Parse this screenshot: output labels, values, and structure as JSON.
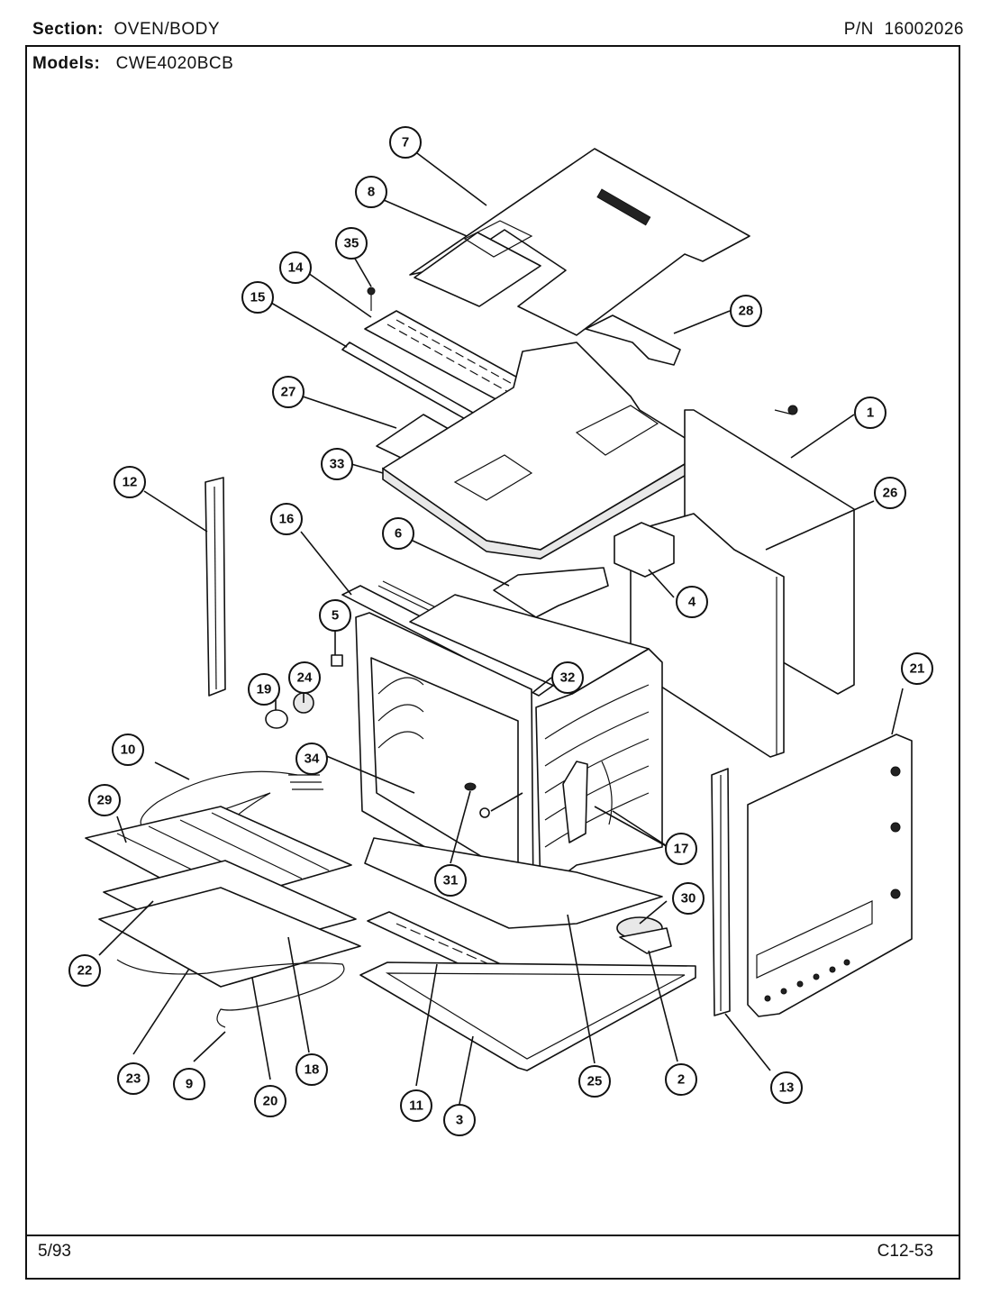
{
  "header": {
    "section_label": "Section:",
    "section_value": "OVEN/BODY",
    "pn_label": "P/N",
    "pn_value": "16002026",
    "models_label": "Models:",
    "models_value": "CWE4020BCB"
  },
  "footer": {
    "date": "5/93",
    "code": "C12-53"
  },
  "callouts": [
    "1",
    "2",
    "3",
    "4",
    "5",
    "6",
    "7",
    "8",
    "9",
    "10",
    "11",
    "12",
    "13",
    "14",
    "15",
    "16",
    "17",
    "18",
    "19",
    "20",
    "21",
    "22",
    "23",
    "24",
    "25",
    "26",
    "27",
    "28",
    "29",
    "30",
    "31",
    "32",
    "33",
    "34",
    "35"
  ]
}
